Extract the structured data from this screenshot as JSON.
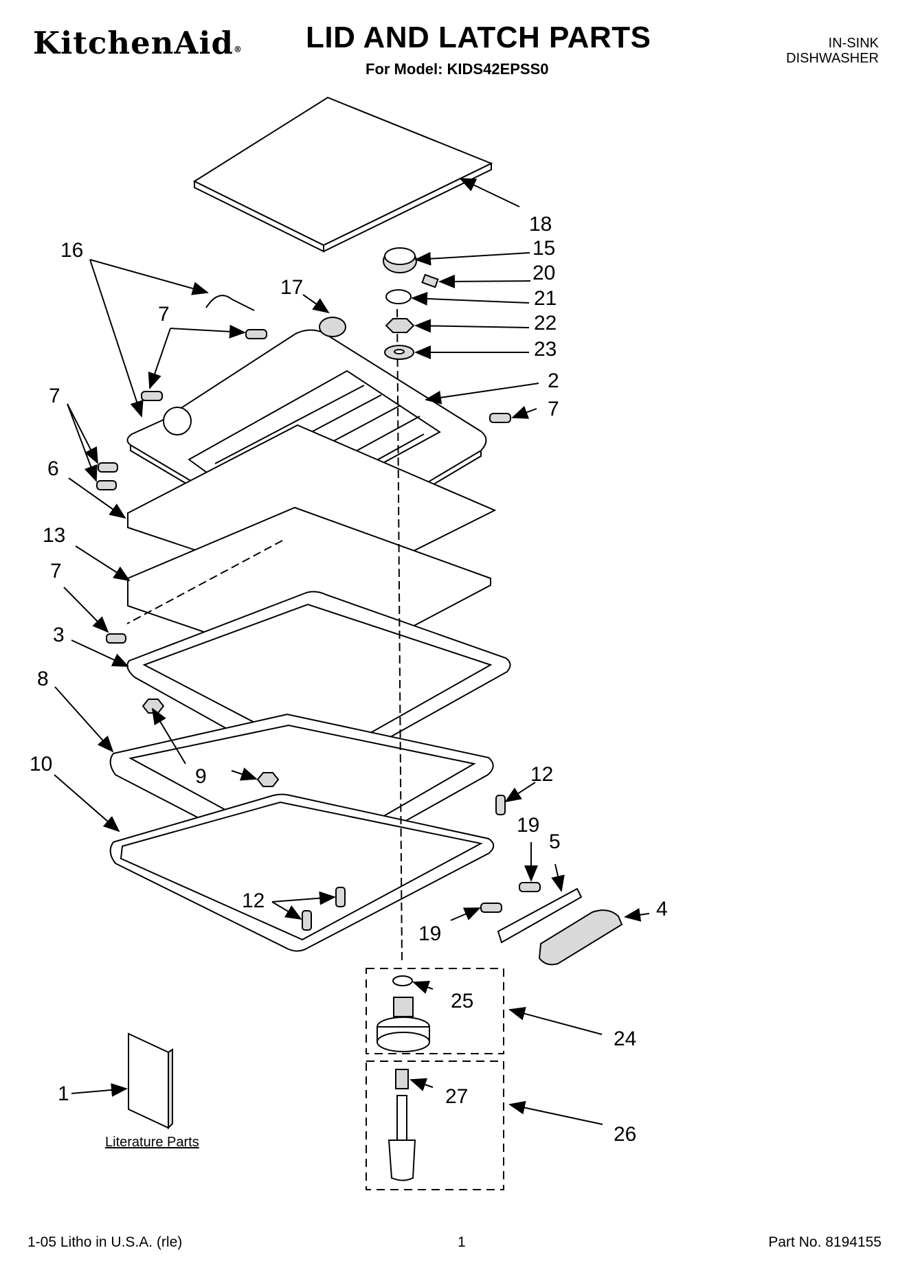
{
  "header": {
    "brand": "KitchenAid",
    "title": "LID AND LATCH PARTS",
    "subtitle": "For Model: KIDS42EPSS0",
    "product_type_line1": "IN-SINK",
    "product_type_line2": "DISHWASHER"
  },
  "callouts": {
    "c18": "18",
    "c16": "16",
    "c15": "15",
    "c20": "20",
    "c17": "17",
    "c21": "21",
    "c7a": "7",
    "c22": "22",
    "c23": "23",
    "c2": "2",
    "c7b": "7",
    "c7c": "7",
    "c6": "6",
    "c13": "13",
    "c7d": "7",
    "c3": "3",
    "c8": "8",
    "c12a": "12",
    "c9": "9",
    "c10": "10",
    "c19a": "19",
    "c5": "5",
    "c4": "4",
    "c12b": "12",
    "c19b": "19",
    "c25": "25",
    "c24": "24",
    "c1": "1",
    "c27": "27",
    "c26": "26"
  },
  "literature_label": "Literature Parts",
  "footer": {
    "left": "1-05 Litho in U.S.A. (rle)",
    "page": "1",
    "part_no": "Part No. 8194155"
  }
}
